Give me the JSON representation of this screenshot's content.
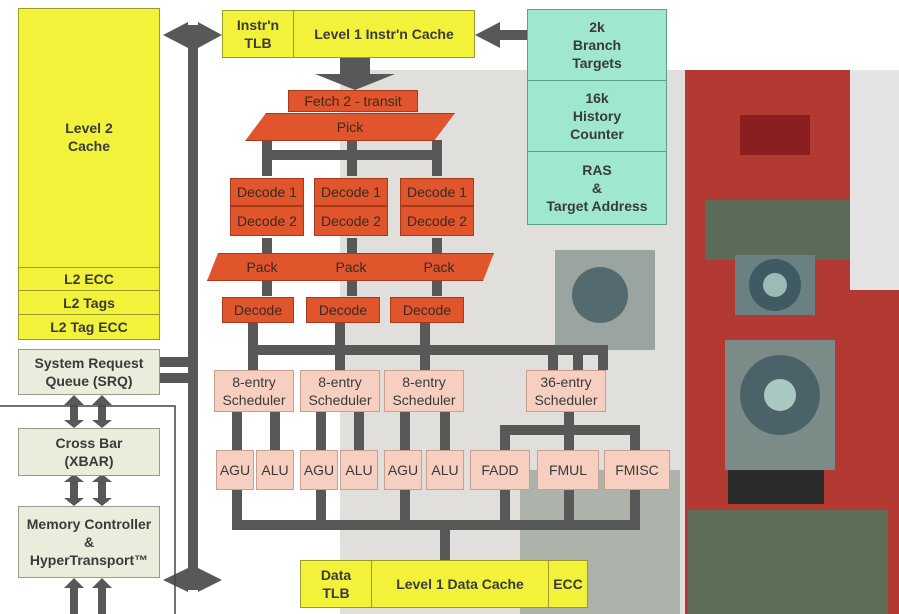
{
  "colors": {
    "cache": "#f2f23a",
    "branch": "#9fe8cf",
    "pipeline": "#e0552c",
    "scheduler": "#f6cfc0",
    "system": "#ececdc",
    "arrow": "#585858"
  },
  "l2": {
    "cache": "Level 2\nCache",
    "ecc": "L2 ECC",
    "tags": "L2 Tags",
    "tag_ecc": "L2 Tag ECC"
  },
  "fetch": {
    "itlb": "Instr'n\nTLB",
    "l1i": "Level 1 Instr'n Cache",
    "transit": "Fetch 2 - transit",
    "pick": "Pick"
  },
  "branch": {
    "targets": "2k\nBranch\nTargets",
    "history": "16k\nHistory\nCounter",
    "ras": "RAS\n&\nTarget Address"
  },
  "decode": {
    "d1": "Decode 1",
    "d2": "Decode 2",
    "pack": "Pack",
    "decode": "Decode"
  },
  "sched": {
    "small": "8-entry\nScheduler",
    "big": "36-entry\nScheduler"
  },
  "units": {
    "agu": "AGU",
    "alu": "ALU",
    "fadd": "FADD",
    "fmul": "FMUL",
    "fmisc": "FMISC"
  },
  "system": {
    "srq": "System Request\nQueue (SRQ)",
    "xbar": "Cross Bar\n(XBAR)",
    "mc": "Memory Controller\n&\nHyperTransport™"
  },
  "data": {
    "dtlb": "Data\nTLB",
    "l1d": "Level 1 Data Cache",
    "ecc": "ECC"
  }
}
